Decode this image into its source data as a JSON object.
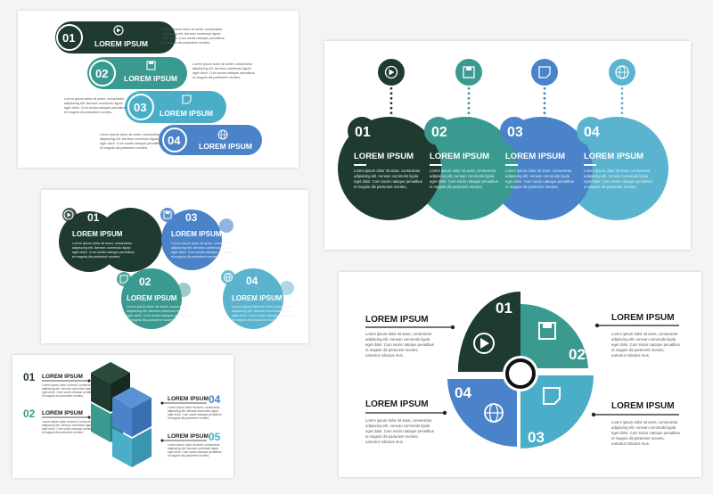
{
  "colors": {
    "c1": "#1f3a2f",
    "c2": "#3a9a8f",
    "c3": "#4aaec8",
    "c4": "#4a83c9",
    "c5": "#5ab4cf"
  },
  "labels": {
    "n01": "01",
    "n02": "02",
    "n03": "03",
    "n04": "04",
    "n05": "05",
    "lorem": "LOREM IPSUM"
  },
  "body": {
    "l1": "Lorem ipsum dolor sit amet, consectetur",
    "l2": "adipiscing elit. Aenean commodo ligula",
    "l3": "eget dolor. Cum sociis natoque penatibus",
    "l4": "et magnis dis parturient montes,",
    "l5": "nascetur ridiculus mus."
  },
  "icons": [
    "play-icon",
    "save-icon",
    "note-icon",
    "globe-icon"
  ]
}
